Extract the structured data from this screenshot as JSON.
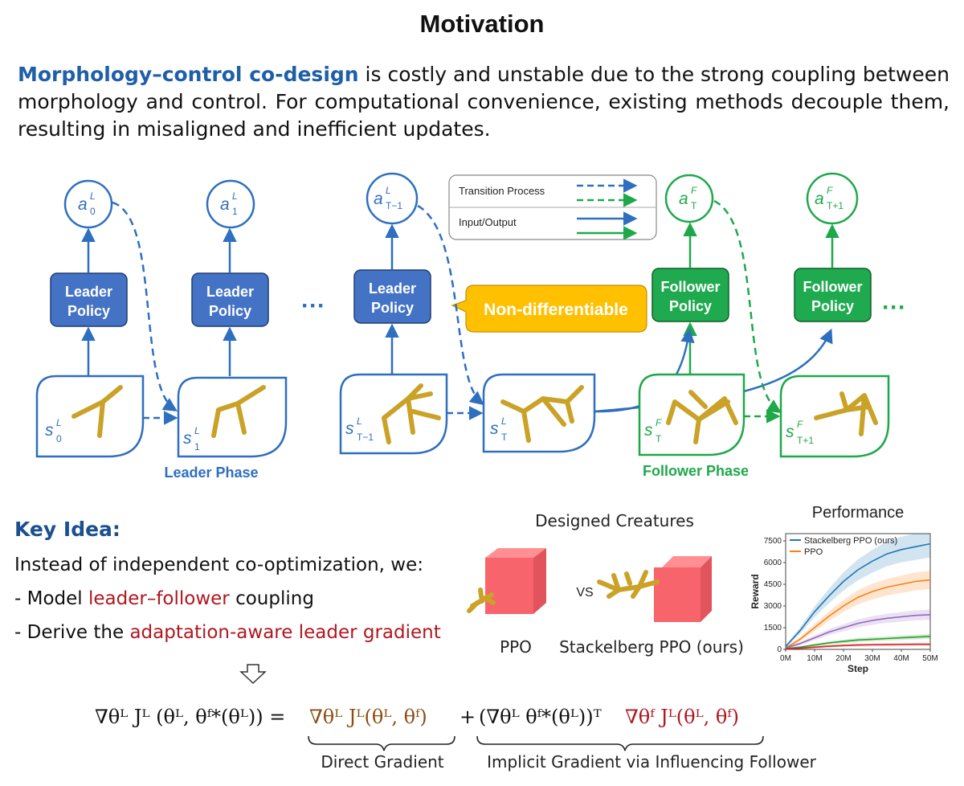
{
  "title": "Motivation",
  "intro": {
    "highlight": "Morphology–control co-design",
    "rest": " is costly and unstable due to the strong coupling between morphology and control. For computational convenience, existing methods decouple them, resulting in misaligned and inefficient updates."
  },
  "diagram": {
    "legend": {
      "transition": "Transition Process",
      "io": "Input/Output"
    },
    "leader_policy_line1": "Leader",
    "leader_policy_line2": "Policy",
    "follower_policy_line1": "Follower",
    "follower_policy_line2": "Policy",
    "non_diff": "Non-differentiable",
    "ellipsis": "···",
    "leader_phase": "Leader Phase",
    "follower_phase": "Follower Phase",
    "actions": [
      {
        "base": "a",
        "sub": "0",
        "sup": "L"
      },
      {
        "base": "a",
        "sub": "1",
        "sup": "L"
      },
      {
        "base": "a",
        "sub": "T−1",
        "sup": "L"
      },
      {
        "base": "a",
        "sub": "T",
        "sup": "F"
      },
      {
        "base": "a",
        "sub": "T+1",
        "sup": "F"
      }
    ],
    "states": [
      {
        "base": "s",
        "sub": "0",
        "sup": "L"
      },
      {
        "base": "s",
        "sub": "1",
        "sup": "L"
      },
      {
        "base": "s",
        "sub": "T−1",
        "sup": "L"
      },
      {
        "base": "s",
        "sub": "T",
        "sup": "L"
      },
      {
        "base": "s",
        "sub": "T",
        "sup": "F"
      },
      {
        "base": "s",
        "sub": "T+1",
        "sup": "F"
      }
    ],
    "colors": {
      "leader": "#2e6fbf",
      "follower": "#1fa84a",
      "leader_box": "#4472c4",
      "follower_box": "#1faa4f",
      "non_diff": "#ffc000",
      "creature": "#c9a227"
    }
  },
  "key_idea": {
    "heading": "Key Idea:",
    "line1": "Instead of independent co-optimization, we:",
    "b1_pre": "- Model ",
    "b1_red": "leader–follower",
    "b1_post": " coupling",
    "b2_pre": "- Derive the ",
    "b2_red": "adaptation-aware leader gradient"
  },
  "creatures": {
    "title": "Designed Creatures",
    "left": "PPO",
    "vs": "VS",
    "right": "Stackelberg PPO (ours)"
  },
  "chart_data": {
    "type": "line",
    "title": "Performance",
    "xlabel": "Step",
    "ylabel": "Reward",
    "xlim": [
      0,
      50
    ],
    "ylim": [
      0,
      8000
    ],
    "x_ticks": [
      "0M",
      "10M",
      "20M",
      "30M",
      "40M",
      "50M"
    ],
    "y_ticks": [
      "0",
      "1500",
      "3000",
      "4500",
      "6000",
      "7500"
    ],
    "legend_position": "top-left",
    "x": [
      0,
      5,
      10,
      15,
      20,
      25,
      30,
      35,
      40,
      45,
      50
    ],
    "series": [
      {
        "name": "Stackelberg PPO (ours)",
        "color": "#1f77b4",
        "values": [
          200,
          1300,
          2600,
          3700,
          4700,
          5500,
          6100,
          6600,
          6900,
          7100,
          7300
        ]
      },
      {
        "name": "PPO",
        "color": "#ff7f0e",
        "values": [
          100,
          700,
          1500,
          2300,
          3000,
          3600,
          4000,
          4300,
          4500,
          4700,
          4800
        ]
      },
      {
        "color": "#9467bd",
        "values": [
          100,
          400,
          800,
          1200,
          1500,
          1800,
          2000,
          2150,
          2250,
          2350,
          2400
        ]
      },
      {
        "color": "#2ca02c",
        "values": [
          50,
          150,
          300,
          450,
          550,
          650,
          700,
          750,
          800,
          850,
          900
        ]
      },
      {
        "color": "#d62728",
        "values": [
          30,
          80,
          150,
          220,
          270,
          300,
          320,
          330,
          340,
          350,
          350
        ]
      }
    ]
  },
  "formula": {
    "lhs": "∇θᴸ Jᴸ (θᴸ, θᶠ*(θᴸ)) =",
    "direct": "∇θᴸ Jᴸ(θᴸ, θᶠ)",
    "plus": "+",
    "implicit_a": "(∇θᴸ θᶠ*(θᴸ))ᵀ",
    "implicit_b": "∇θᶠ Jᴸ(θᴸ, θᶠ)",
    "direct_label": "Direct Gradient",
    "implicit_label": "Implicit Gradient via Influencing Follower"
  }
}
